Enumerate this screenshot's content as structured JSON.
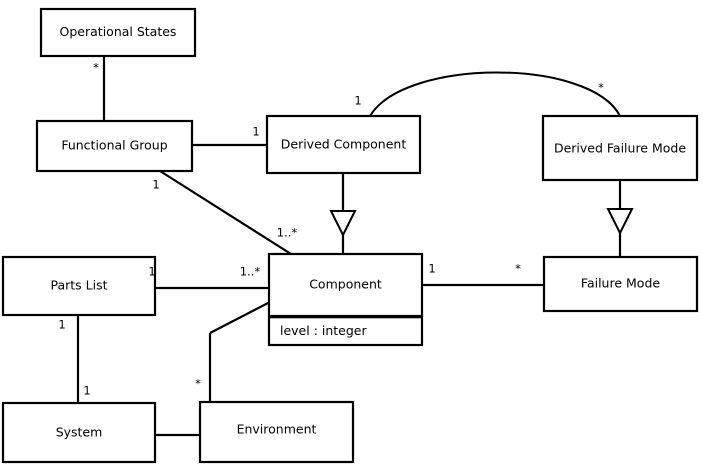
{
  "diagram": {
    "type": "uml-class-diagram",
    "background_color": "#ffffff",
    "line_color": "#000000",
    "classes": [
      {
        "id": "operational-states",
        "name": "Operational States",
        "attributes": []
      },
      {
        "id": "functional-group",
        "name": "Functional Group",
        "attributes": []
      },
      {
        "id": "derived-component",
        "name": "Derived Component",
        "attributes": []
      },
      {
        "id": "derived-failure-mode",
        "name": "Derived Failure Mode",
        "attributes": []
      },
      {
        "id": "parts-list",
        "name": "Parts List",
        "attributes": []
      },
      {
        "id": "component",
        "name": "Component",
        "attributes": [
          "level : integer"
        ]
      },
      {
        "id": "failure-mode",
        "name": "Failure Mode",
        "attributes": []
      },
      {
        "id": "system",
        "name": "System",
        "attributes": []
      },
      {
        "id": "environment",
        "name": "Environment",
        "attributes": []
      }
    ],
    "relationships": [
      {
        "id": "opstates-funcgroup",
        "kind": "association",
        "from": "operational-states",
        "to": "functional-group",
        "from_multiplicity": "*",
        "to_multiplicity": ""
      },
      {
        "id": "funcgroup-derivedcomponent",
        "kind": "association",
        "from": "functional-group",
        "to": "derived-component",
        "from_multiplicity": "",
        "to_multiplicity": "1"
      },
      {
        "id": "funcgroup-component",
        "kind": "association",
        "from": "functional-group",
        "to": "component",
        "from_multiplicity": "1",
        "to_multiplicity": "1..*"
      },
      {
        "id": "derivedcomponent-derivedfailuremode",
        "kind": "association",
        "from": "derived-component",
        "to": "derived-failure-mode",
        "from_multiplicity": "1",
        "to_multiplicity": "*"
      },
      {
        "id": "derivedcomponent-component",
        "kind": "generalization",
        "from": "derived-component",
        "to": "component",
        "from_multiplicity": "",
        "to_multiplicity": ""
      },
      {
        "id": "derivedfailuremode-failuremode",
        "kind": "generalization",
        "from": "derived-failure-mode",
        "to": "failure-mode",
        "from_multiplicity": "",
        "to_multiplicity": ""
      },
      {
        "id": "partslist-component",
        "kind": "association",
        "from": "parts-list",
        "to": "component",
        "from_multiplicity": "1",
        "to_multiplicity": "1..*"
      },
      {
        "id": "component-failuremode",
        "kind": "association",
        "from": "component",
        "to": "failure-mode",
        "from_multiplicity": "1",
        "to_multiplicity": "*"
      },
      {
        "id": "partslist-system",
        "kind": "association",
        "from": "parts-list",
        "to": "system",
        "from_multiplicity": "1",
        "to_multiplicity": "1"
      },
      {
        "id": "system-environment",
        "kind": "association",
        "from": "system",
        "to": "environment",
        "from_multiplicity": "",
        "to_multiplicity": ""
      },
      {
        "id": "environment-component",
        "kind": "association",
        "from": "environment",
        "to": "component",
        "from_multiplicity": "*",
        "to_multiplicity": ""
      }
    ],
    "multiplicity_labels": {
      "opstates_star": "*",
      "derivedcomponent_one": "1",
      "funcgroup_one": "1",
      "funcgroup_component_many": "1..*",
      "arc_one": "1",
      "arc_star": "*",
      "partslist_one": "1",
      "partslist_component_many": "1..*",
      "component_one": "1",
      "failuremode_star": "*",
      "partslist_system_top_one": "1",
      "partslist_system_bottom_one": "1",
      "environment_star": "*"
    }
  }
}
